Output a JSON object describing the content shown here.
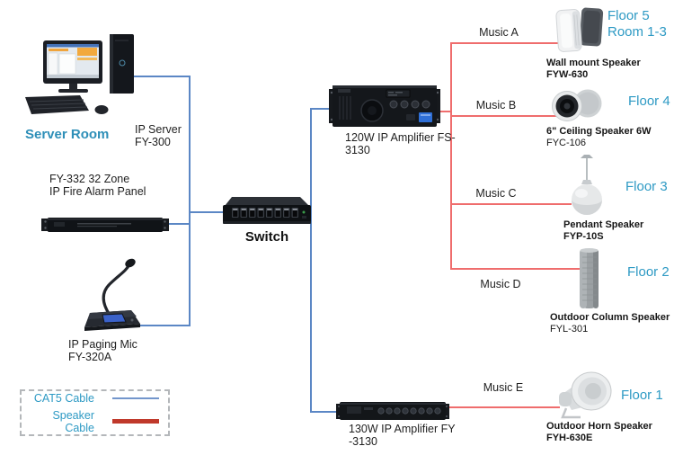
{
  "colors": {
    "cat5_cable": "#5b87c5",
    "speaker_cable": "#ef6d6d",
    "legend_speaker_swatch": "#c0392b",
    "accent_blue": "#2e9ac4"
  },
  "server_room": {
    "title": "Server Room",
    "server_line1": "IP Server",
    "server_line2": "FY-300"
  },
  "fire_panel": {
    "line1": "FY-332 32 Zone",
    "line2": "IP Fire Alarm Panel"
  },
  "paging_mic": {
    "line1": "IP Paging Mic",
    "line2": "FY-320A"
  },
  "switch": {
    "label": "Switch"
  },
  "amplifiers": [
    {
      "line1": "120W IP Amplifier FS-",
      "line2": "3130"
    },
    {
      "line1": "130W IP Amplifier FY",
      "line2": "-3130"
    }
  ],
  "music_channels": [
    {
      "label": "Music A"
    },
    {
      "label": "Music B"
    },
    {
      "label": "Music C"
    },
    {
      "label": "Music D"
    },
    {
      "label": "Music E"
    }
  ],
  "floors": [
    {
      "floor": "Floor 5",
      "room": "Room 1-3",
      "name": "Wall mount Speaker",
      "model": "FYW-630"
    },
    {
      "floor": "Floor 4",
      "room": "",
      "name": "6\" Ceiling Speaker 6W",
      "model": "FYC-106"
    },
    {
      "floor": "Floor 3",
      "room": "",
      "name": "Pendant Speaker",
      "model": "FYP-10S"
    },
    {
      "floor": "Floor 2",
      "room": "",
      "name": "Outdoor Column Speaker",
      "model": "FYL-301"
    },
    {
      "floor": "Floor 1",
      "room": "",
      "name": "Outdoor Horn Speaker",
      "model": "FYH-630E"
    }
  ],
  "legend": {
    "cat5_label": "CAT5 Cable",
    "speaker_label": "Speaker Cable"
  }
}
